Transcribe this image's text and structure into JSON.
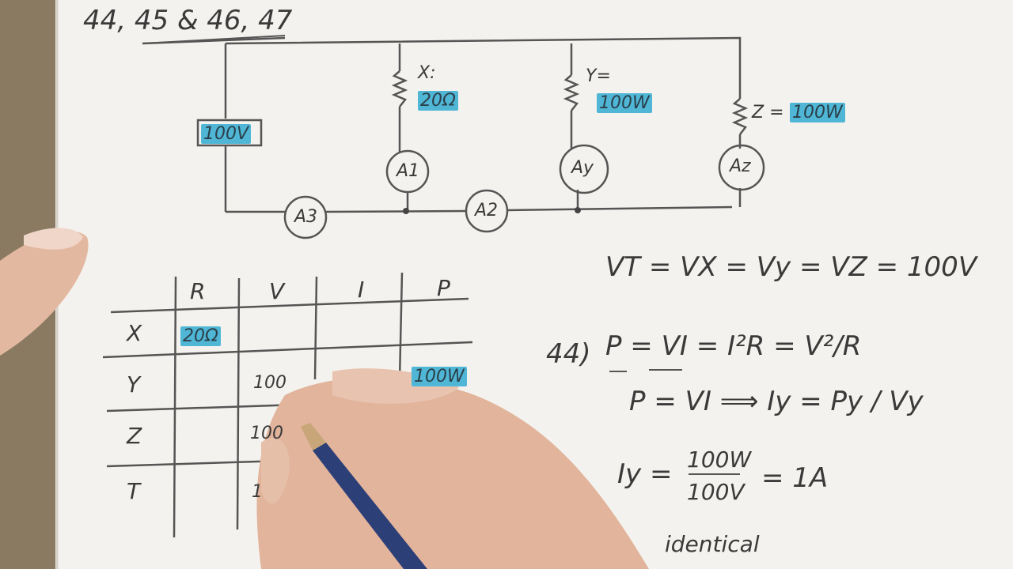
{
  "header": {
    "problems": "44, 45 & 46, 47"
  },
  "circuit": {
    "source": "100V",
    "x_label": "X:",
    "x_value": "20Ω",
    "y_label": "Y=",
    "y_value": "100W",
    "z_label": "Z =",
    "z_value": "100W",
    "ammeters": [
      "A1",
      "Ay",
      "Az",
      "A3",
      "A2"
    ]
  },
  "table": {
    "headers": [
      "R",
      "V",
      "I",
      "P"
    ],
    "rows": [
      {
        "label": "X",
        "R": "20Ω",
        "V": "",
        "I": "",
        "P": ""
      },
      {
        "label": "Y",
        "R": "",
        "V": "100",
        "I": "",
        "P": "100W"
      },
      {
        "label": "Z",
        "R": "",
        "V": "100",
        "I": "",
        "P": ""
      },
      {
        "label": "T",
        "R": "",
        "V": "1",
        "I": "",
        "P": ""
      }
    ]
  },
  "notes": {
    "line1": "VT = VX = Vy = VZ = 100V",
    "problem_number": "44)",
    "line2": "P = VI = I²R = V²/R",
    "line3": "P = VI ⟹ Iy = Py / Vy",
    "line4_left": "Iy =",
    "line4_num": "100W",
    "line4_den": "100V",
    "line4_right": "= 1A",
    "line5": "identical"
  }
}
